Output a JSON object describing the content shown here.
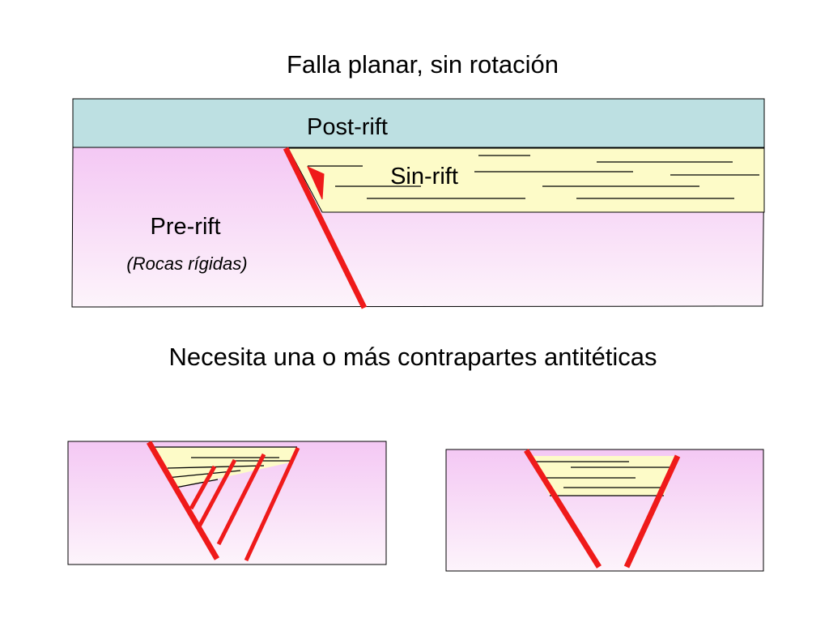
{
  "title": "Falla planar, sin rotación",
  "subtitle": "Necesita una o más contrapartes antitéticas",
  "layers": {
    "post_rift": "Post-rift",
    "sin_rift": "Sin-rift",
    "pre_rift": "Pre-rift",
    "pre_rift_note": "(Rocas rígidas)"
  },
  "colors": {
    "post_rift_fill": "#bde0e2",
    "sin_rift_fill": "#fdfbc8",
    "pre_rift_fill_top": "#f4c8f4",
    "pre_rift_fill_bottom": "#fdf4fb",
    "fault": "#ef1a1a"
  }
}
